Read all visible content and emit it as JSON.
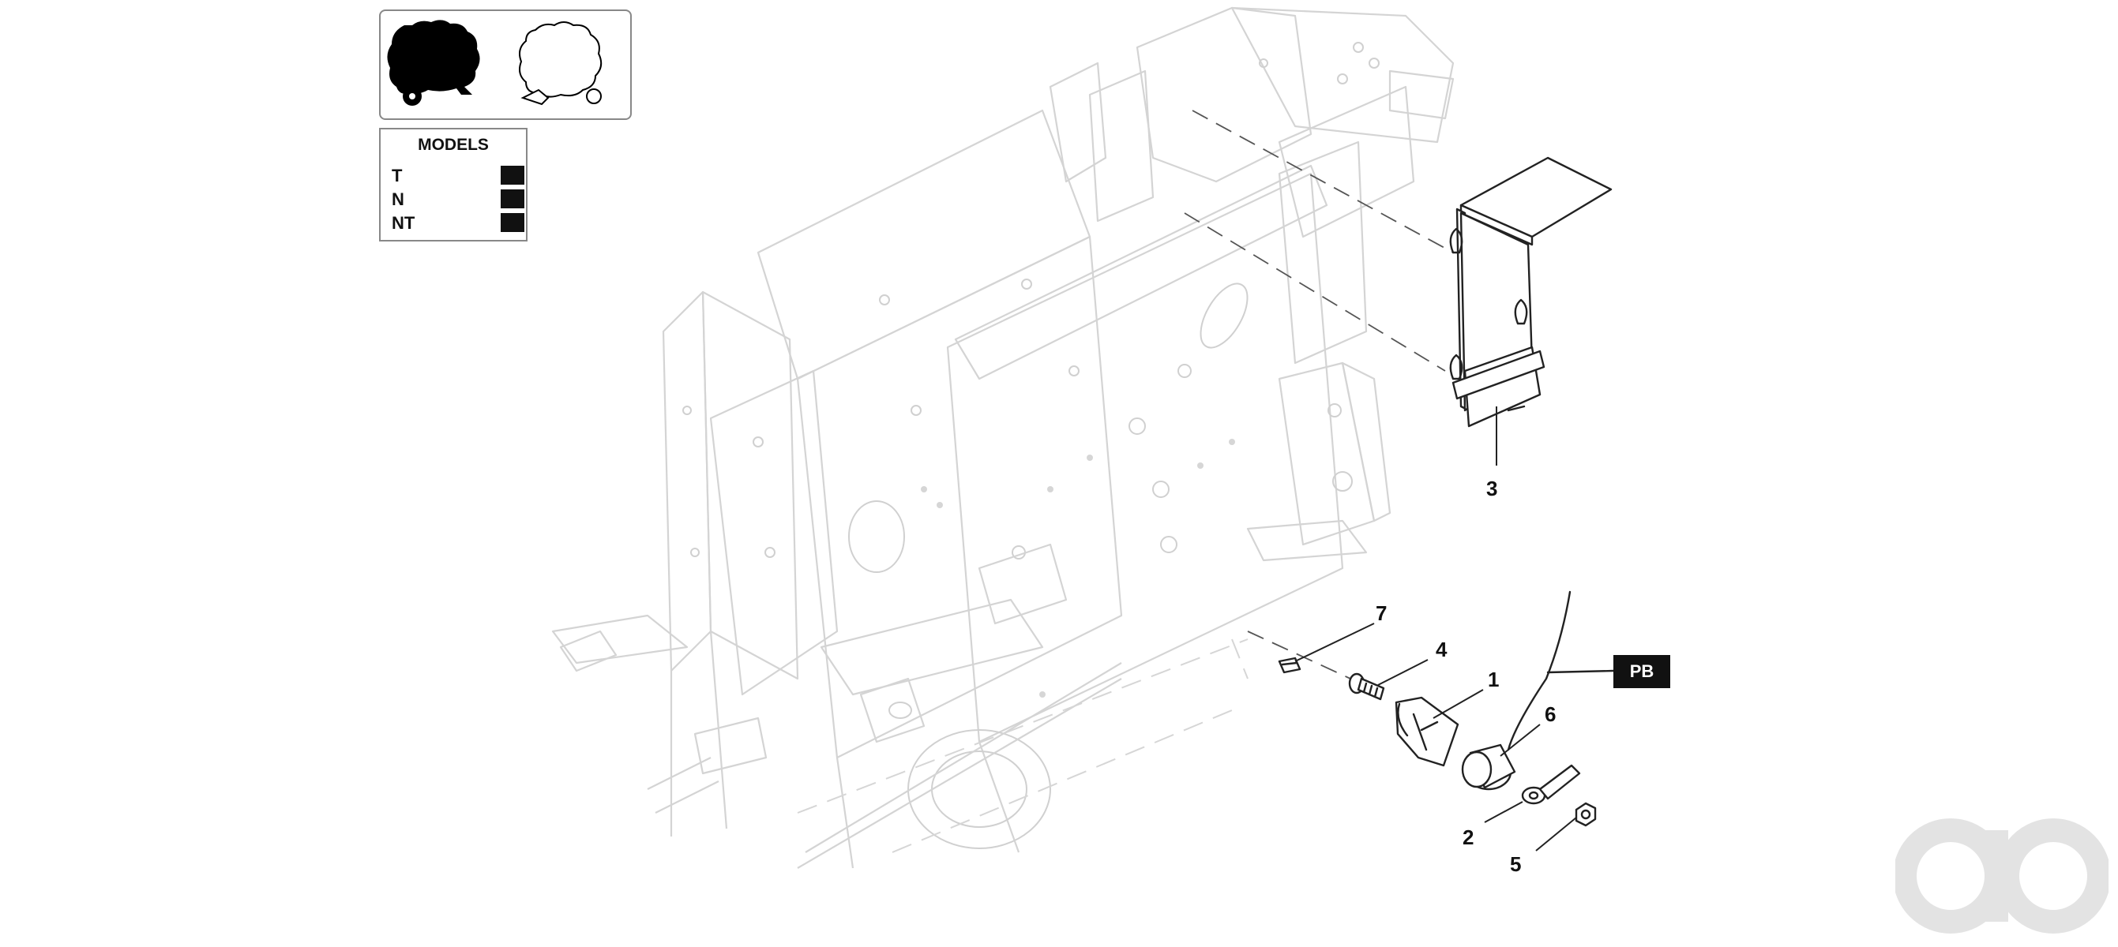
{
  "legend": {
    "models_title": "MODELS",
    "models": [
      {
        "label": "T",
        "selected": true
      },
      {
        "label": "N",
        "selected": true
      },
      {
        "label": "NT",
        "selected": true
      }
    ]
  },
  "callouts": {
    "c1": "1",
    "c2": "2",
    "c3": "3",
    "c4": "4",
    "c5": "5",
    "c6": "6",
    "c7": "7"
  },
  "pb_tag": "PB",
  "colors": {
    "frame": "#d4d4d4",
    "part": "#222222",
    "tag_bg": "#111111",
    "watermark": "#e3e3e3"
  },
  "icons": {
    "baler_filled": "baler-silhouette-filled-icon",
    "baler_outline": "baler-silhouette-outline-icon",
    "watermark": "ao-logo-watermark-icon"
  }
}
